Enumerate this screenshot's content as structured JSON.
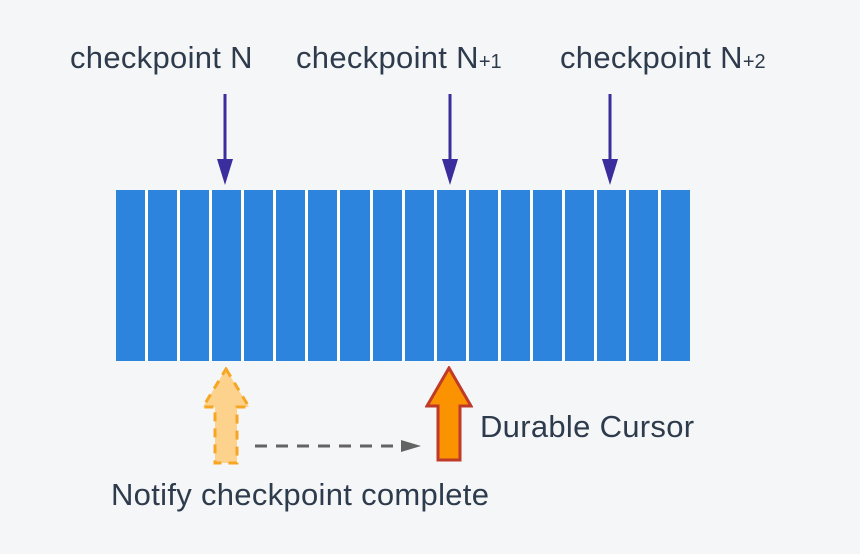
{
  "diagram": {
    "checkpoint_labels": [
      {
        "base": "checkpoint N",
        "sub": ""
      },
      {
        "base": "checkpoint N",
        "sub": "+1"
      },
      {
        "base": "checkpoint N",
        "sub": "+2"
      }
    ],
    "log_bar": {
      "segment_count": 18
    },
    "durable_cursor_label": "Durable Cursor",
    "notify_label": "Notify checkpoint complete",
    "colors": {
      "background": "#f5f6f7",
      "text": "#2d3b4c",
      "checkpoint_arrow": "#3a2d9e",
      "segment": "#2d84dc",
      "segment_gap": "#ffffff",
      "notify_fill": "#fcd28d",
      "notify_stroke": "#f6a623",
      "cursor_fill": "#fb9300",
      "cursor_stroke": "#bf3a28",
      "link": "#636363"
    }
  }
}
